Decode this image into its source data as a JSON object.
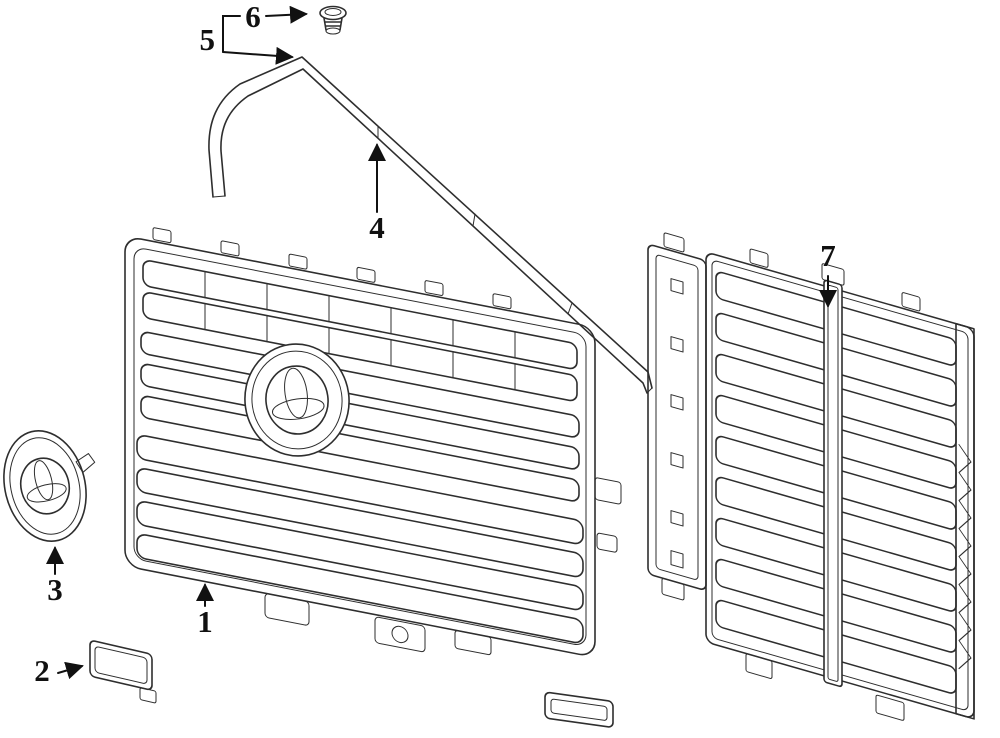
{
  "canvas": {
    "background": "#ffffff",
    "line_color": "#2e2e2e",
    "label_color": "#111111"
  },
  "callouts": [
    {
      "label": "1",
      "part": "grille-assembly"
    },
    {
      "label": "2",
      "part": "grille-cover"
    },
    {
      "label": "3",
      "part": "emblem"
    },
    {
      "label": "4",
      "part": "grille-molding"
    },
    {
      "label": "5",
      "part": "molding-retainer"
    },
    {
      "label": "6",
      "part": "molding-clip"
    },
    {
      "label": "7",
      "part": "shutter-assembly"
    }
  ]
}
